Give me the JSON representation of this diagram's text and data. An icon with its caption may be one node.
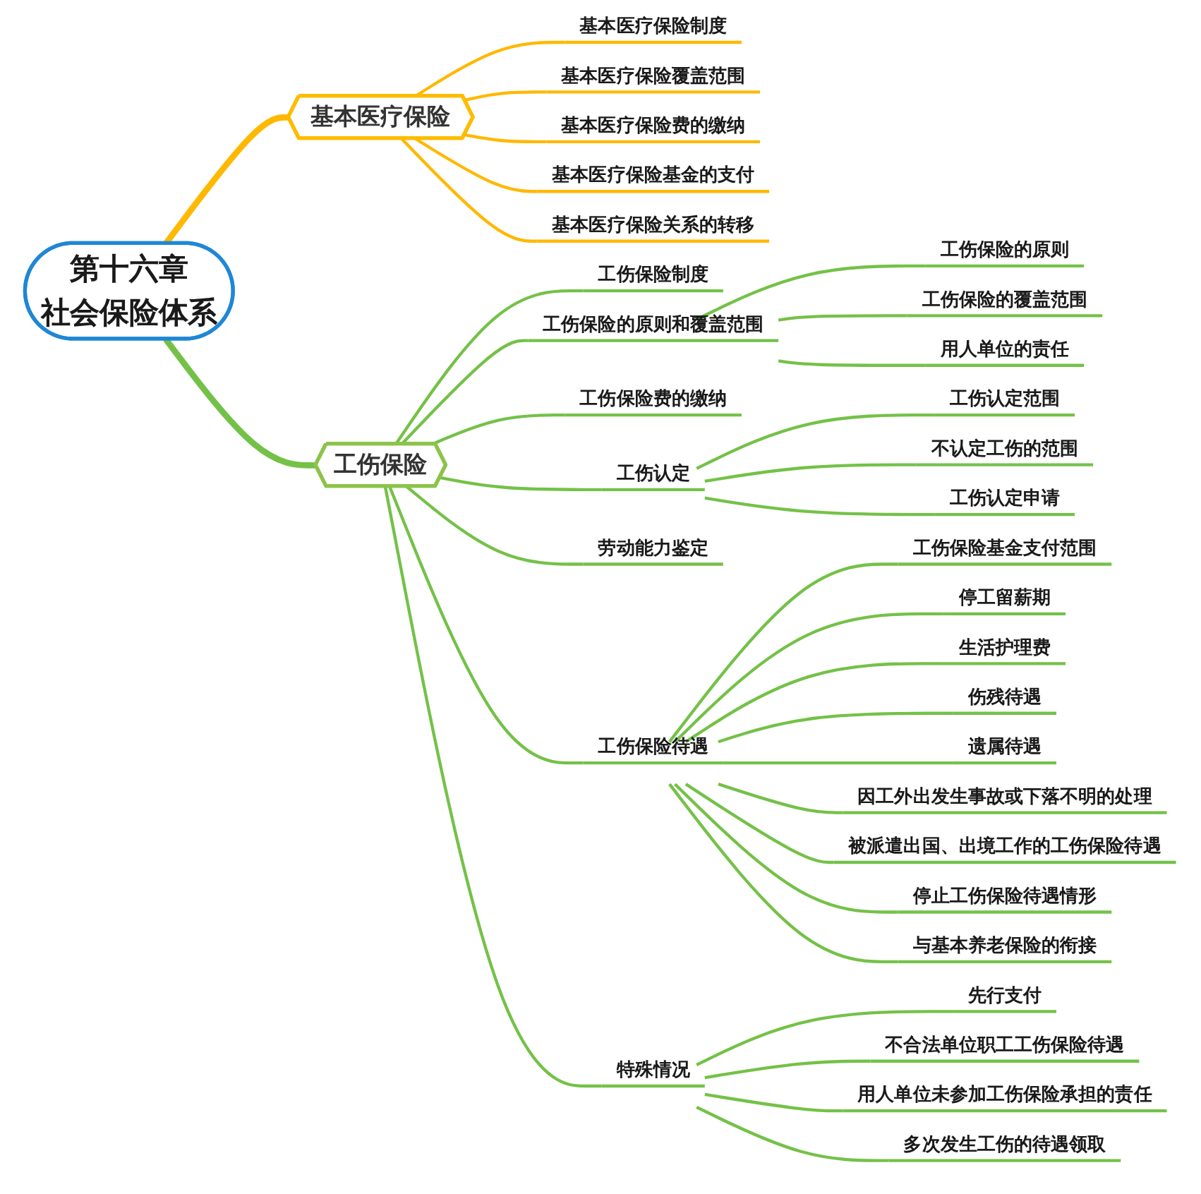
{
  "diagram": {
    "nodes": [
      {
        "text": [
          "第十六章",
          "社会保险体系"
        ]
      },
      {
        "text": [
          "基本医疗保险"
        ]
      },
      {
        "text": [
          "基本医疗保险制度"
        ]
      },
      {
        "text": [
          "基本医疗保险覆盖范围"
        ]
      },
      {
        "text": [
          "基本医疗保险费的缴纳"
        ]
      },
      {
        "text": [
          "基本医疗保险基金的支付"
        ]
      },
      {
        "text": [
          "基本医疗保险关系的转移"
        ]
      },
      {
        "text": [
          "工伤保险"
        ]
      },
      {
        "text": [
          "工伤保险制度"
        ]
      },
      {
        "text": [
          "工伤保险的原则和覆盖范围"
        ]
      },
      {
        "text": [
          "工伤保险的原则"
        ]
      },
      {
        "text": [
          "工伤保险的覆盖范围"
        ]
      },
      {
        "text": [
          "用人单位的责任"
        ]
      },
      {
        "text": [
          "工伤保险费的缴纳"
        ]
      },
      {
        "text": [
          "工伤认定"
        ]
      },
      {
        "text": [
          "工伤认定范围"
        ]
      },
      {
        "text": [
          "不认定工伤的范围"
        ]
      },
      {
        "text": [
          "工伤认定申请"
        ]
      },
      {
        "text": [
          "劳动能力鉴定"
        ]
      },
      {
        "text": [
          "工伤保险待遇"
        ]
      },
      {
        "text": [
          "工伤保险基金支付范围"
        ]
      },
      {
        "text": [
          "停工留薪期"
        ]
      },
      {
        "text": [
          "生活护理费"
        ]
      },
      {
        "text": [
          "伤残待遇"
        ]
      },
      {
        "text": [
          "遗属待遇"
        ]
      },
      {
        "text": [
          "因工外出发生事故或下落不明的处理"
        ]
      },
      {
        "text": [
          "被派遣出国、出境工作的工伤保险待遇"
        ]
      },
      {
        "text": [
          "停止工伤保险待遇情形"
        ]
      },
      {
        "text": [
          "与基本养老保险的衔接"
        ]
      },
      {
        "text": [
          "特殊情况"
        ]
      },
      {
        "text": [
          "先行支付"
        ]
      },
      {
        "text": [
          "不合法单位职工工伤保险待遇"
        ]
      },
      {
        "text": [
          "用人单位未参加工伤保险承担的责任"
        ]
      },
      {
        "text": [
          "多次发生工伤的待遇领取"
        ]
      }
    ],
    "edges": [
      {
        "from": 0,
        "to": 1,
        "arrow": "none",
        "style": "thick",
        "color": "#ffb800"
      },
      {
        "from": 1,
        "to": 2,
        "arrow": "none",
        "color": "#ffb800"
      },
      {
        "from": 1,
        "to": 3,
        "arrow": "none",
        "color": "#ffb800"
      },
      {
        "from": 1,
        "to": 4,
        "arrow": "none",
        "color": "#ffb800"
      },
      {
        "from": 1,
        "to": 5,
        "arrow": "none",
        "color": "#ffb800"
      },
      {
        "from": 1,
        "to": 6,
        "arrow": "none",
        "color": "#ffb800"
      },
      {
        "from": 0,
        "to": 7,
        "arrow": "none",
        "style": "thick"
      },
      {
        "from": 7,
        "to": 8,
        "arrow": "none"
      },
      {
        "from": 7,
        "to": 9,
        "arrow": "none"
      },
      {
        "from": 9,
        "to": 10,
        "arrow": "none"
      },
      {
        "from": 9,
        "to": 11,
        "arrow": "none"
      },
      {
        "from": 9,
        "to": 12,
        "arrow": "none"
      },
      {
        "from": 7,
        "to": 13,
        "arrow": "none"
      },
      {
        "from": 7,
        "to": 14,
        "arrow": "none"
      },
      {
        "from": 14,
        "to": 15,
        "arrow": "none"
      },
      {
        "from": 14,
        "to": 16,
        "arrow": "none"
      },
      {
        "from": 14,
        "to": 17,
        "arrow": "none"
      },
      {
        "from": 7,
        "to": 18,
        "arrow": "none"
      },
      {
        "from": 7,
        "to": 19,
        "arrow": "none"
      },
      {
        "from": 19,
        "to": 20,
        "arrow": "none"
      },
      {
        "from": 19,
        "to": 21,
        "arrow": "none"
      },
      {
        "from": 19,
        "to": 22,
        "arrow": "none"
      },
      {
        "from": 19,
        "to": 23,
        "arrow": "none"
      },
      {
        "from": 19,
        "to": 24,
        "arrow": "none"
      },
      {
        "from": 19,
        "to": 25,
        "arrow": "none"
      },
      {
        "from": 19,
        "to": 26,
        "arrow": "none"
      },
      {
        "from": 19,
        "to": 27,
        "arrow": "none"
      },
      {
        "from": 19,
        "to": 28,
        "arrow": "none"
      },
      {
        "from": 7,
        "to": 29,
        "arrow": "none"
      },
      {
        "from": 29,
        "to": 30,
        "arrow": "none"
      },
      {
        "from": 29,
        "to": 31,
        "arrow": "none"
      },
      {
        "from": 29,
        "to": 32,
        "arrow": "none"
      },
      {
        "from": 29,
        "to": 33,
        "arrow": "none"
      }
    ]
  }
}
